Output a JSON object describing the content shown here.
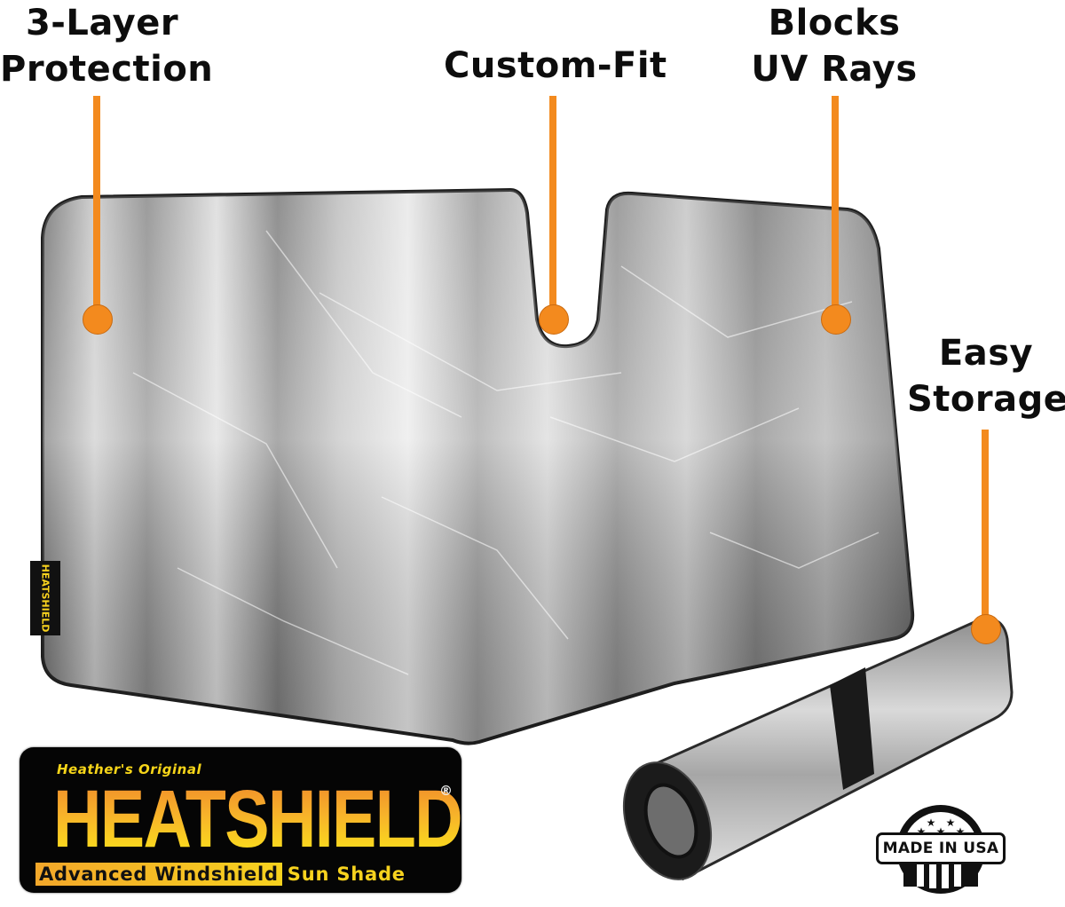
{
  "callouts": [
    {
      "id": "3-layer-protection",
      "lines": [
        "3-Layer",
        "Protection"
      ],
      "color": "#f38a1e"
    },
    {
      "id": "custom-fit",
      "lines": [
        "Custom-Fit"
      ],
      "color": "#f38a1e"
    },
    {
      "id": "blocks-uv-rays",
      "lines": [
        "Blocks",
        "UV Rays"
      ],
      "color": "#f38a1e"
    },
    {
      "id": "easy-storage",
      "lines": [
        "Easy",
        "Storage"
      ],
      "color": "#f38a1e"
    }
  ],
  "product": {
    "name": "Windshield sun shade (flat, reflective)",
    "rolled_name": "Windshield sun shade (rolled, with strap)",
    "tag_text": "HEATSHIELD"
  },
  "logo": {
    "tagline": "Heather's Original",
    "brand": "HEATSHIELD",
    "registered": "®",
    "subtitle_highlight": "Advanced Windshield",
    "subtitle_rest": "Sun Shade",
    "colors": {
      "background": "#050505",
      "yellow": "#f7d21e",
      "orange": "#f08a2a"
    }
  },
  "badge": {
    "text": "MADE IN USA",
    "stars": 5
  },
  "colors": {
    "accent": "#f38a1e",
    "text": "#0d0d0d",
    "background": "#ffffff"
  }
}
